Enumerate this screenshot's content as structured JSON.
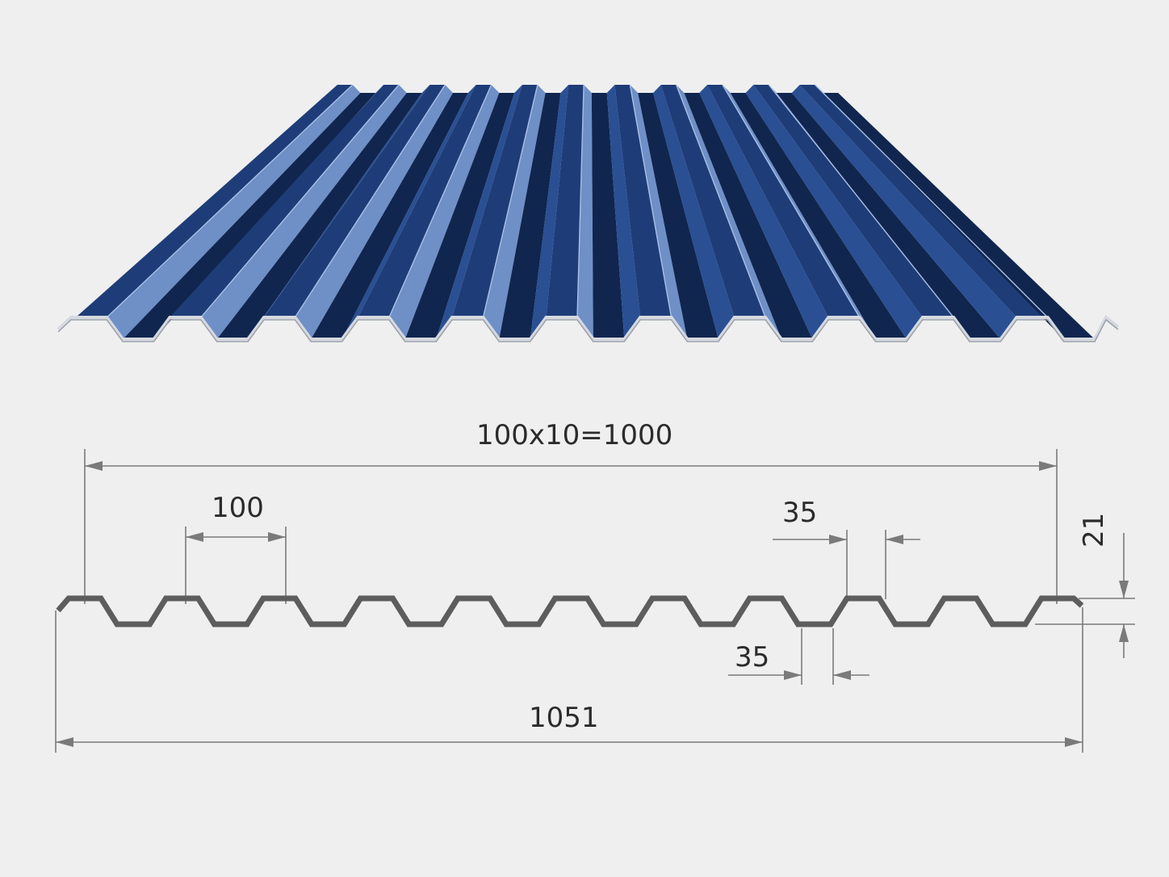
{
  "dimensions": {
    "overall_cover": "100x10=1000",
    "rib_pitch": "100",
    "top_flange": "35",
    "bottom_flange": "35",
    "full_width": "1051",
    "profile_height": "21"
  },
  "colors": {
    "background": "#efefef",
    "sheet_blue": "#1e3d78",
    "sheet_shadow": "#10264f",
    "sheet_highlight": "#6f8fc7",
    "profile_stroke": "#5d5d5d",
    "dimension_line": "#7a7a7a",
    "label_text": "#2b2b2b"
  }
}
